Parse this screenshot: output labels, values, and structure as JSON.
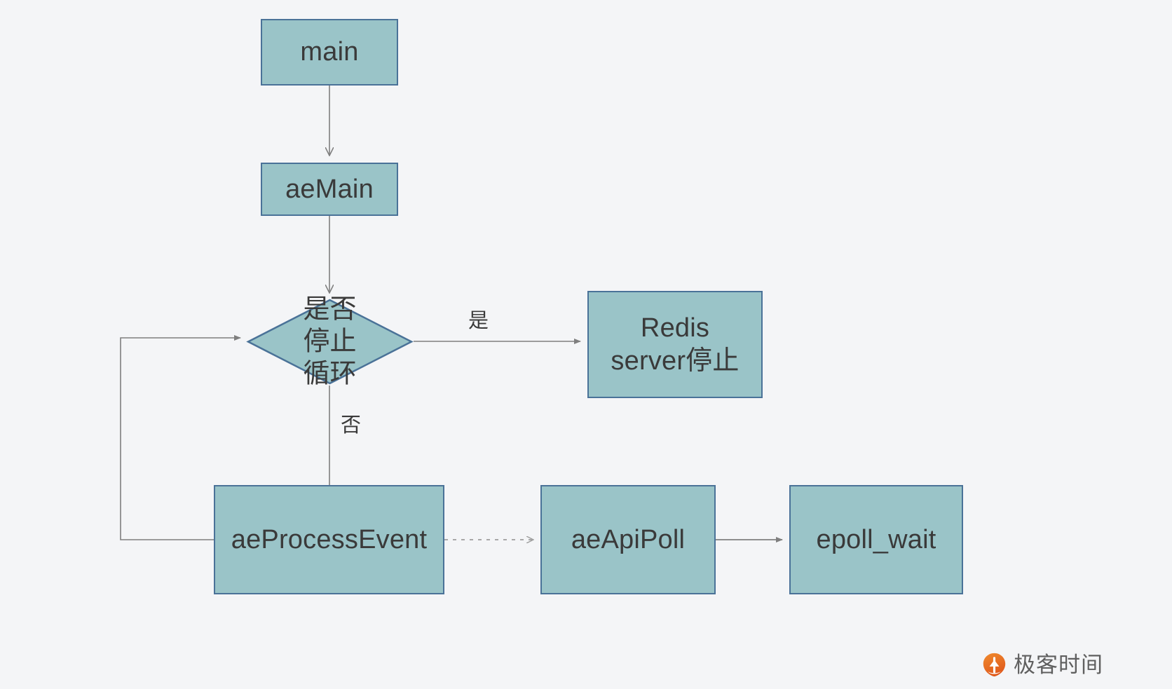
{
  "diagram": {
    "title": "Redis event loop flowchart",
    "background_color": "#f4f5f7",
    "node_fill": "#9ac4c8",
    "node_border": "#4a7298",
    "edge_color": "#7f7f7f",
    "nodes": [
      {
        "id": "main",
        "label": "main"
      },
      {
        "id": "aemain",
        "label": "aeMain"
      },
      {
        "id": "decision",
        "label": "是否\n停止\n循环"
      },
      {
        "id": "redis",
        "label": "Redis\nserver停止"
      },
      {
        "id": "process",
        "label": "aeProcessEvent"
      },
      {
        "id": "apipoll",
        "label": "aeApiPoll"
      },
      {
        "id": "epoll",
        "label": "epoll_wait"
      }
    ],
    "edges": [
      {
        "from": "main",
        "to": "aemain",
        "label": "",
        "style": "solid"
      },
      {
        "from": "aemain",
        "to": "decision",
        "label": "",
        "style": "solid"
      },
      {
        "from": "decision",
        "to": "redis",
        "label": "是",
        "style": "solid"
      },
      {
        "from": "decision",
        "to": "process",
        "label": "否",
        "style": "solid"
      },
      {
        "from": "process",
        "to": "apipoll",
        "label": "",
        "style": "dashed"
      },
      {
        "from": "apipoll",
        "to": "epoll",
        "label": "",
        "style": "solid"
      },
      {
        "from": "process",
        "to": "decision",
        "label": "",
        "style": "solid"
      }
    ],
    "edge_labels": {
      "yes": "是",
      "no": "否"
    }
  },
  "watermark": {
    "text": "极客时间",
    "logo_color": "#e8702a",
    "text_color": "#5f5f5f"
  }
}
